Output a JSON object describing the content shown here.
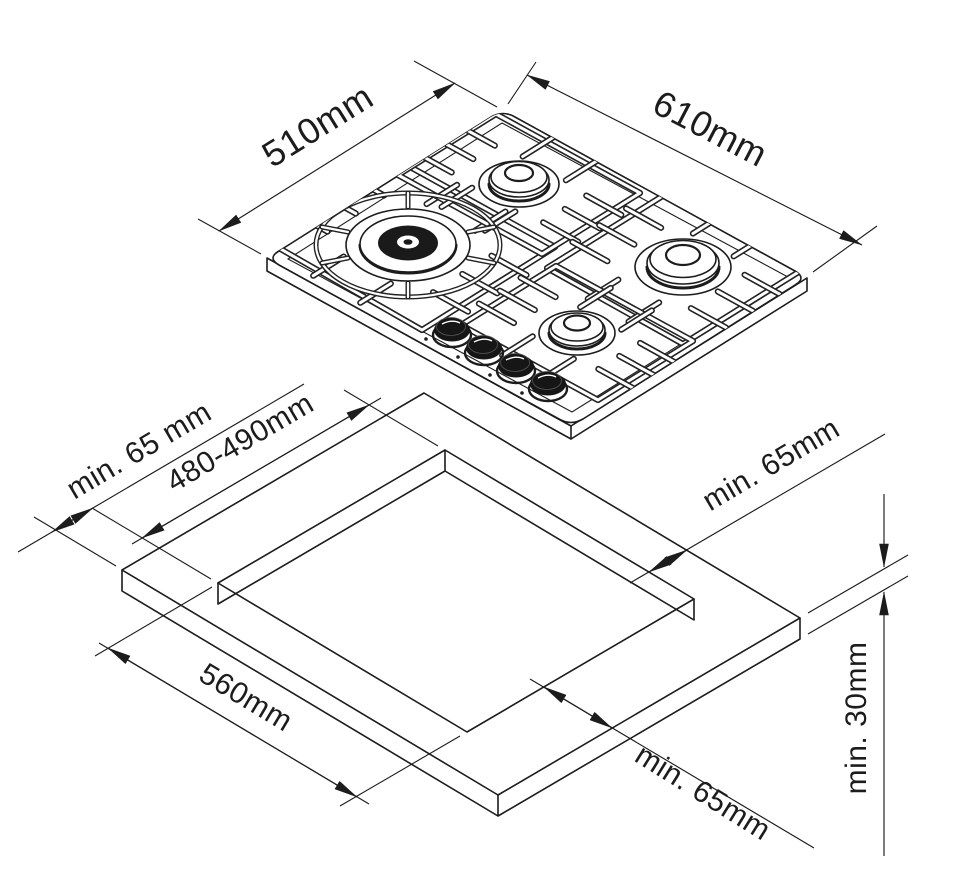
{
  "diagram": {
    "hob": {
      "dim_depth": "510mm",
      "dim_width": "610mm"
    },
    "worktop": {
      "dim_rear_margin": "min. 65 mm",
      "dim_cutout_depth": "480-490mm",
      "dim_side_margin": "min. 65mm",
      "dim_cutout_width": "560mm",
      "dim_front_margin": "min. 65mm",
      "dim_thickness": "min. 30mm"
    }
  }
}
